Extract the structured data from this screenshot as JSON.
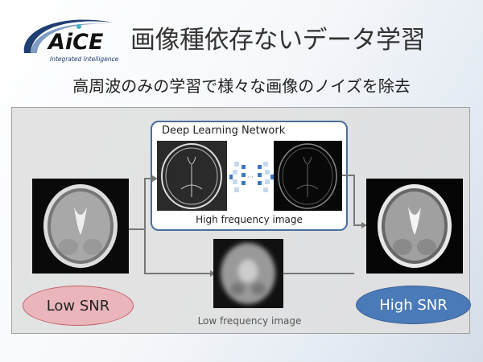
{
  "logo": {
    "name": "AiCE",
    "tagline": "Integrated Intelligence"
  },
  "title": "画像種依存ないデータ学習",
  "subtitle": "高周波のみの学習で様々な画像のノイズを除去",
  "diagram": {
    "network_label": "Deep Learning Network",
    "high_freq_label": "High frequency image",
    "low_freq_label": "Low frequency image",
    "input_label": "Low SNR",
    "output_label": "High SNR"
  },
  "colors": {
    "low_snr": "#eab6bb",
    "high_snr": "#4b7ab8",
    "box_border": "#4a6f9c"
  }
}
